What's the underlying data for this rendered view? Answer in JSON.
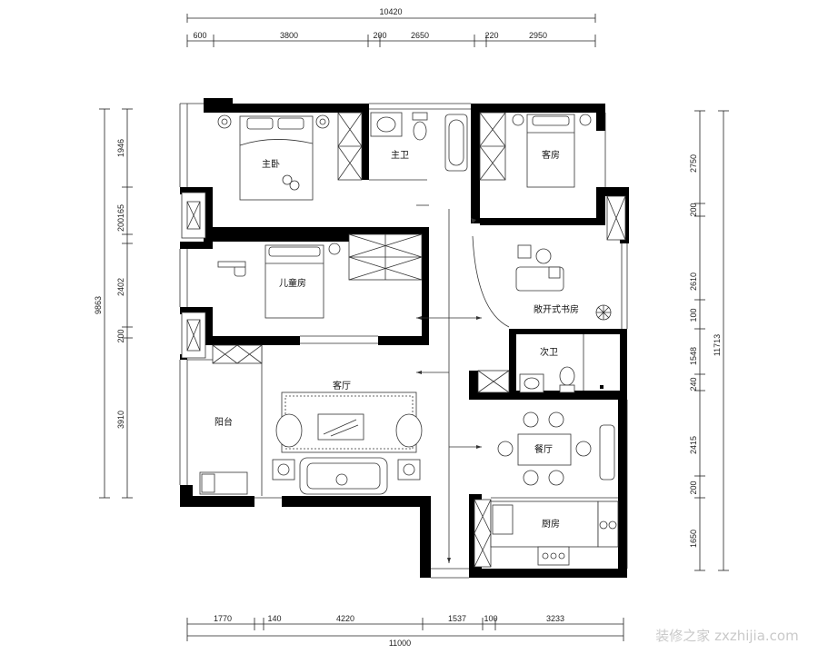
{
  "top_dims": {
    "total": "10420",
    "segments": [
      "600",
      "3800",
      "200",
      "2650",
      "220",
      "2950"
    ]
  },
  "bottom_dims": {
    "total": "11000",
    "segments": [
      "1770",
      "140",
      "4220",
      "1537",
      "100",
      "3233"
    ]
  },
  "left_dims": {
    "total": "9863",
    "segments": [
      "1946",
      "200165",
      "2402",
      "200",
      "3910"
    ]
  },
  "right_dims": {
    "total": "11713",
    "segments": [
      "2750",
      "200",
      "2610",
      "100",
      "1548",
      "240",
      "2415",
      "200",
      "1650"
    ]
  },
  "rooms": {
    "master_bedroom": "主卧",
    "master_bath": "主卫",
    "guest_room": "客房",
    "kids_room": "儿童房",
    "study": "敞开式书房",
    "second_bath": "次卫",
    "living_room": "客厅",
    "balcony": "阳台",
    "dining": "餐厅",
    "kitchen": "厨房"
  },
  "watermark": "装修之家 zxzhijia.com"
}
